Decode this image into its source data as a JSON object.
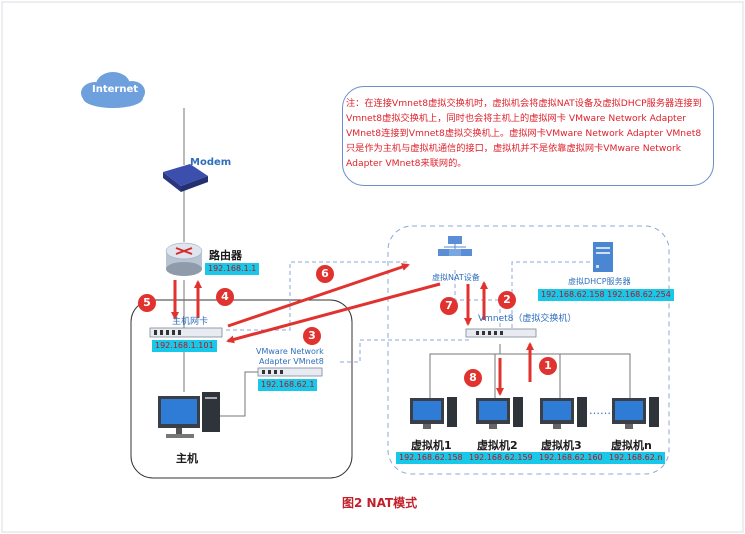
{
  "diagram": {
    "internet_label": "Internet",
    "modem_label": "Modem",
    "router": {
      "label": "路由器",
      "ip": "192.168.1.1"
    },
    "host_nic": {
      "label": "主机网卡",
      "ip": "192.168.1.101"
    },
    "vmnet8_adapter": {
      "label_line1": "VMware Network",
      "label_line2": "Adapter VMnet8",
      "ip": "192.168.62.1"
    },
    "host_label": "主机",
    "nat_device_label": "虚拟NAT设备",
    "dhcp_server": {
      "label": "虚拟DHCP服务器",
      "ip": "192.168.62.158 192.168.62.254"
    },
    "switch_label": "Vmnet8（虚拟交换机）",
    "vms": [
      {
        "name": "虚拟机1",
        "ip": "192.168.62.158"
      },
      {
        "name": "虚拟机2",
        "ip": "192.168.62.159"
      },
      {
        "name": "虚拟机3",
        "ip": "192.168.62.160"
      },
      {
        "name": "虚拟机n",
        "ip": "192.168.62.n"
      }
    ],
    "vm_ellipsis": "……",
    "note": "注：在连接Vmnet8虚拟交换机时，虚拟机会将虚拟NAT设备及虚拟DHCP服务器连接到Vmnet8虚拟交换机上，同时也会将主机上的虚拟网卡 VMware Network Adapter VMnet8连接到Vmnet8虚拟交换机上。虚拟网卡VMware Network Adapter VMnet8只是作为主机与虚拟机通信的接口，虚拟机并不是依靠虚拟网卡VMware Network Adapter VMnet8来联网的。",
    "steps": [
      "1",
      "2",
      "3",
      "4",
      "5",
      "6",
      "7",
      "8"
    ],
    "caption": "图2  NAT模式",
    "colors": {
      "accent_red": "#e0322e",
      "ip_bg": "#17c8e8",
      "ip_text": "#b8131f",
      "label_blue": "#2f6fbd",
      "box_border": "#6a8fd0"
    }
  }
}
